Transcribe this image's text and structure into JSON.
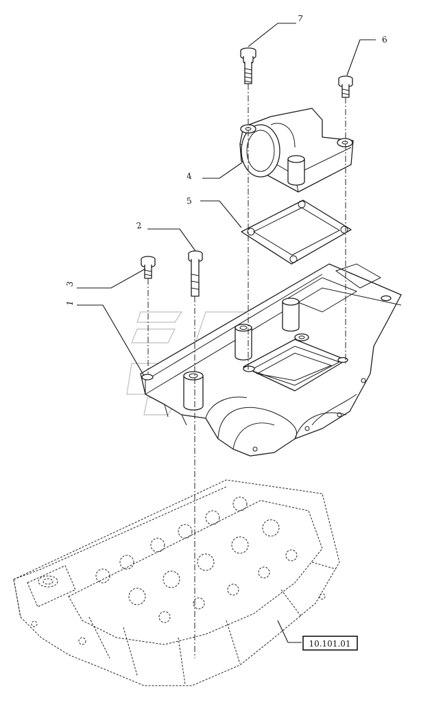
{
  "callouts": {
    "c1": "1",
    "c2": "2",
    "c3": "3",
    "c4": "4",
    "c5": "5",
    "c6": "6",
    "c7": "7"
  },
  "reference": {
    "label": "10.101.01"
  }
}
